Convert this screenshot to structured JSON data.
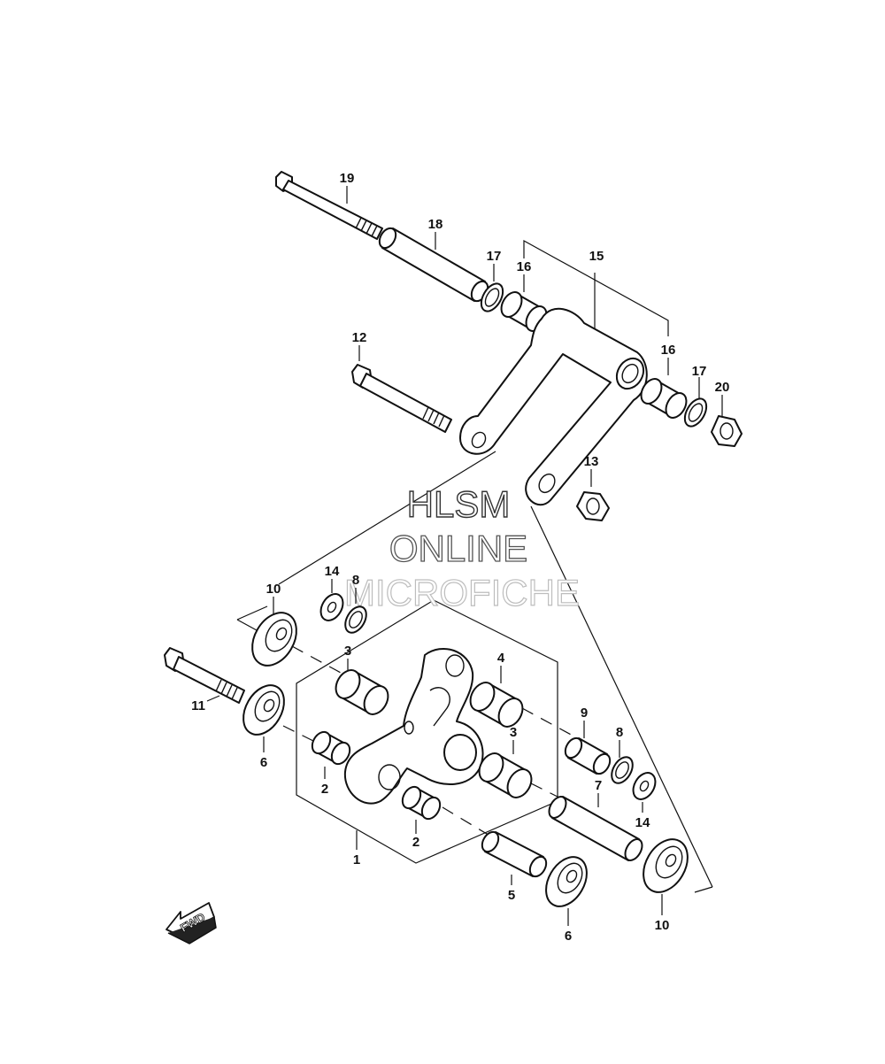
{
  "callouts": {
    "c1": "1",
    "c2a": "2",
    "c2b": "2",
    "c3a": "3",
    "c3b": "3",
    "c4": "4",
    "c5": "5",
    "c6a": "6",
    "c6b": "6",
    "c7": "7",
    "c8a": "8",
    "c8b": "8",
    "c9": "9",
    "c10a": "10",
    "c10b": "10",
    "c11": "11",
    "c12": "12",
    "c13": "13",
    "c14a": "14",
    "c14b": "14",
    "c15": "15",
    "c16a": "16",
    "c16b": "16",
    "c17a": "17",
    "c17b": "17",
    "c18": "18",
    "c19": "19",
    "c20": "20"
  },
  "watermark": {
    "line1": "HLSM",
    "line2": "ONLINE",
    "line3": "MICROFICHE"
  },
  "fwd_label": "FWD",
  "icons": {
    "direction": "fwd-arrow-icon"
  }
}
